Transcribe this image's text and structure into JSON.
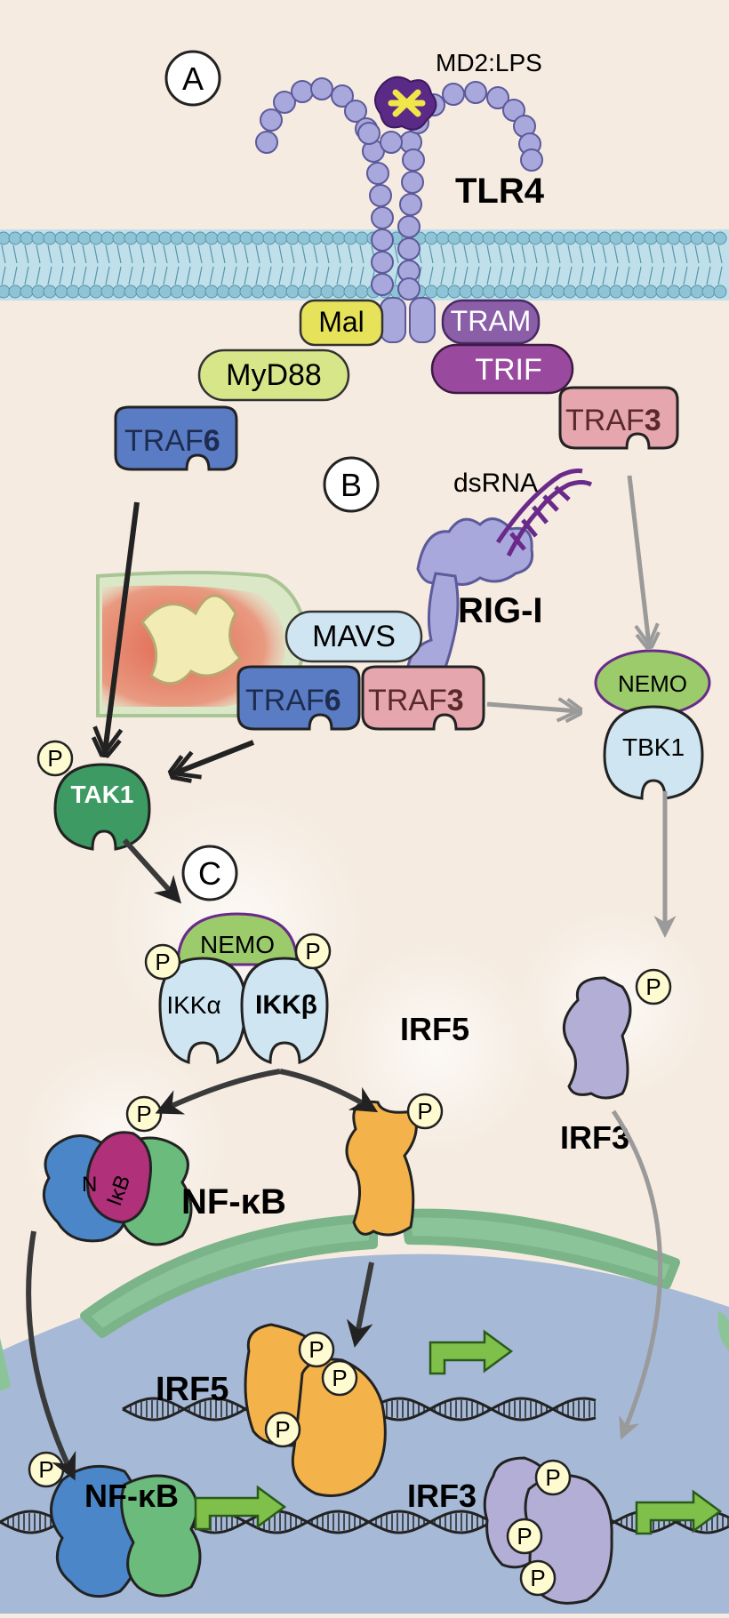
{
  "panels": {
    "a": "A",
    "b": "B",
    "c": "C"
  },
  "labels": {
    "md2_lps": "MD2:LPS",
    "tlr4": "TLR4",
    "mal": "Mal",
    "tram": "TRAM",
    "myd88": "MyD88",
    "trif": "TRIF",
    "traf6_top_a": "TRAF",
    "traf6_top_b": "6",
    "traf3_top_a": "TRAF",
    "traf3_top_b": "3",
    "dsrna": "dsRNA",
    "rigi": "RIG-I",
    "mavs": "MAVS",
    "traf6_mid_a": "TRAF",
    "traf6_mid_b": "6",
    "traf3_mid_a": "TRAF",
    "traf3_mid_b": "3",
    "nemo_right": "NEMO",
    "tbk1": "TBK1",
    "tak1": "TAK1",
    "nemo_center": "NEMO",
    "ikka": "IKKα",
    "ikkb": "IKKβ",
    "irf5_top": "IRF5",
    "irf3_top": "IRF3",
    "nfkb_top": "NF-κB",
    "ikb": "IκB",
    "nfkb_n": "N",
    "irf5_nuc": "IRF5",
    "nfkb_nuc": "NF-κB",
    "irf3_nuc": "IRF3",
    "phospho": "P"
  },
  "colors": {
    "cytoplasm": "#f5ebe0",
    "nucleus": "#a6b9d6",
    "membrane": "#8fc4d6",
    "receptor": "#a9a8dc",
    "mal": "#e6e25a",
    "myd88": "#d8e68a",
    "tram": "#8b5fa8",
    "trif": "#9a4a9e",
    "traf6": "#5a7cc4",
    "traf3": "#e6a6ae",
    "mavs": "#cfe6f2",
    "nemo": "#9ccb6c",
    "tbk1": "#cfe6f2",
    "tak1": "#3c9a62",
    "ikk": "#cfe6f2",
    "irf5": "#f4b24a",
    "irf3": "#b3aed6",
    "nfkb_blue": "#4a86c8",
    "nfkb_green": "#6abb7c",
    "ikb": "#b0307a",
    "p_circle": "#fffbd0",
    "envelope": "#8cc49a",
    "dna": "#333333",
    "start_arrow": "#7fc04a"
  }
}
